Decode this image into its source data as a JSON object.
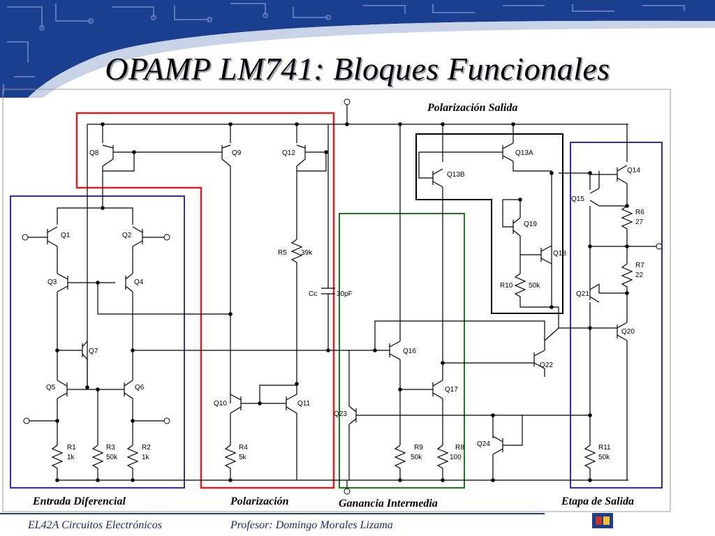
{
  "slide": {
    "title": "OPAMP LM741: Bloques Funcionales",
    "footer_course": "EL42A Circuitos Electrónicos",
    "footer_professor": "Profesor: Domingo Morales Lizama"
  },
  "blocks": {
    "entrada": "Entrada Diferencial",
    "polarizacion": "Polarización",
    "ganancia": "Ganancia Intermedia",
    "salida": "Etapa de Salida",
    "pol_salida": "Polarización Salida"
  },
  "components": {
    "Q1": "Q1",
    "Q2": "Q2",
    "Q3": "Q3",
    "Q4": "Q4",
    "Q5": "Q5",
    "Q6": "Q6",
    "Q7": "Q7",
    "Q8": "Q8",
    "Q9": "Q9",
    "Q10": "Q10",
    "Q11": "Q11",
    "Q12": "Q12",
    "Q13A": "Q13A",
    "Q13B": "Q13B",
    "Q14": "Q14",
    "Q15": "Q15",
    "Q16": "Q16",
    "Q17": "Q17",
    "Q18": "Q18",
    "Q19": "Q19",
    "Q20": "Q20",
    "Q21": "Q21",
    "Q22": "Q22",
    "Q23": "Q23",
    "Q24": "Q24",
    "R1": "R1",
    "R1v": "1k",
    "R2": "R2",
    "R2v": "1k",
    "R3": "R3",
    "R3v": "50k",
    "R4": "R4",
    "R4v": "5k",
    "R5": "R5",
    "R5v": "39k",
    "R6": "R6",
    "R6v": "27",
    "R7": "R7",
    "R7v": "22",
    "R8": "R8",
    "R8v": "100",
    "R9": "R9",
    "R9v": "50k",
    "R10": "R10",
    "R10v": "50k",
    "R11": "R11",
    "R11v": "50k",
    "Cc": "Cc",
    "Ccv": "30pF"
  },
  "colors": {
    "banner": "#1b3f8f",
    "entrada_box": "#2f2f9f",
    "polarizacion_box": "#e02020",
    "ganancia_box": "#1a7a1a",
    "pol_salida_box": "#000000",
    "salida_box": "#2f2f9f"
  }
}
